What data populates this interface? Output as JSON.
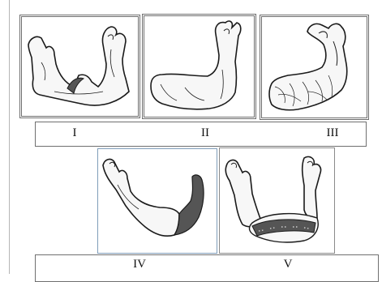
{
  "panels": [
    {
      "id": "I",
      "label": "I"
    },
    {
      "id": "II",
      "label": "II"
    },
    {
      "id": "III",
      "label": "III"
    },
    {
      "id": "IV",
      "label": "IV"
    },
    {
      "id": "V",
      "label": "V"
    }
  ],
  "colors": {
    "outline": "#1a1a1a",
    "bone_fill": "#f7f7f7",
    "graft_fill": "#555555",
    "frame_blue": "#7f9db9"
  }
}
